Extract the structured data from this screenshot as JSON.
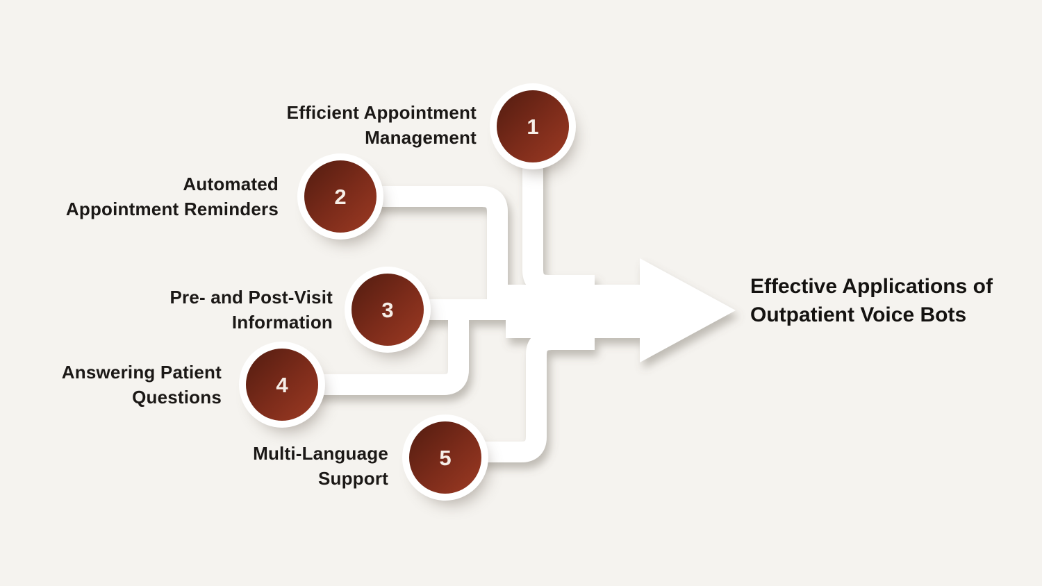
{
  "title": {
    "text": "Effective Applications of Outpatient Voice Bots"
  },
  "items": [
    {
      "number": "1",
      "line1": "Efficient Appointment",
      "line2": "Management"
    },
    {
      "number": "2",
      "line1": "Automated",
      "line2": "Appointment Reminders"
    },
    {
      "number": "3",
      "line1": "Pre- and Post-Visit",
      "line2": "Information"
    },
    {
      "number": "4",
      "line1": "Answering Patient",
      "line2": "Questions"
    },
    {
      "number": "5",
      "line1": "Multi-Language",
      "line2": "Support"
    }
  ],
  "colors": {
    "background": "#f5f3ef",
    "node_gradient_from": "#521c10",
    "node_gradient_to": "#9c3a23",
    "connector": "#ffffff",
    "text": "#1b1816"
  }
}
